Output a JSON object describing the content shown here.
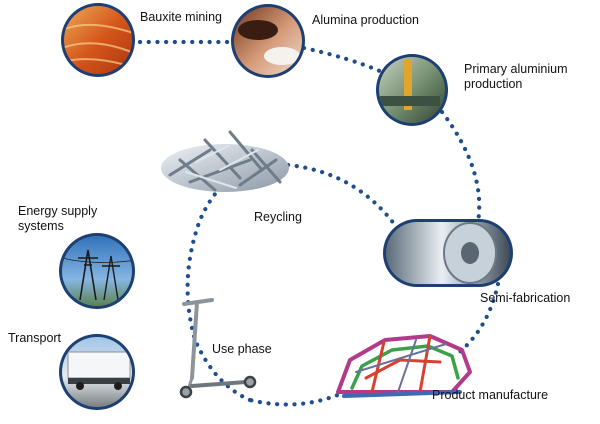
{
  "diagram": {
    "stages": [
      {
        "id": "bauxite",
        "label": "Bauxite mining"
      },
      {
        "id": "alumina",
        "label": "Alumina production"
      },
      {
        "id": "primary",
        "label_line1": "Primary aluminium",
        "label_line2": "production"
      },
      {
        "id": "semi",
        "label": "Semi-fabrication"
      },
      {
        "id": "product",
        "label": "Product manufacture"
      },
      {
        "id": "use",
        "label": "Use phase"
      },
      {
        "id": "recycling",
        "label": "Reycling"
      }
    ],
    "side_items": [
      {
        "id": "energy",
        "label_line1": "Energy supply",
        "label_line2": "systems"
      },
      {
        "id": "transport",
        "label": "Transport"
      }
    ],
    "colors": {
      "dots": "#1f4e8c",
      "badge_ring": "#1d3f72"
    }
  }
}
